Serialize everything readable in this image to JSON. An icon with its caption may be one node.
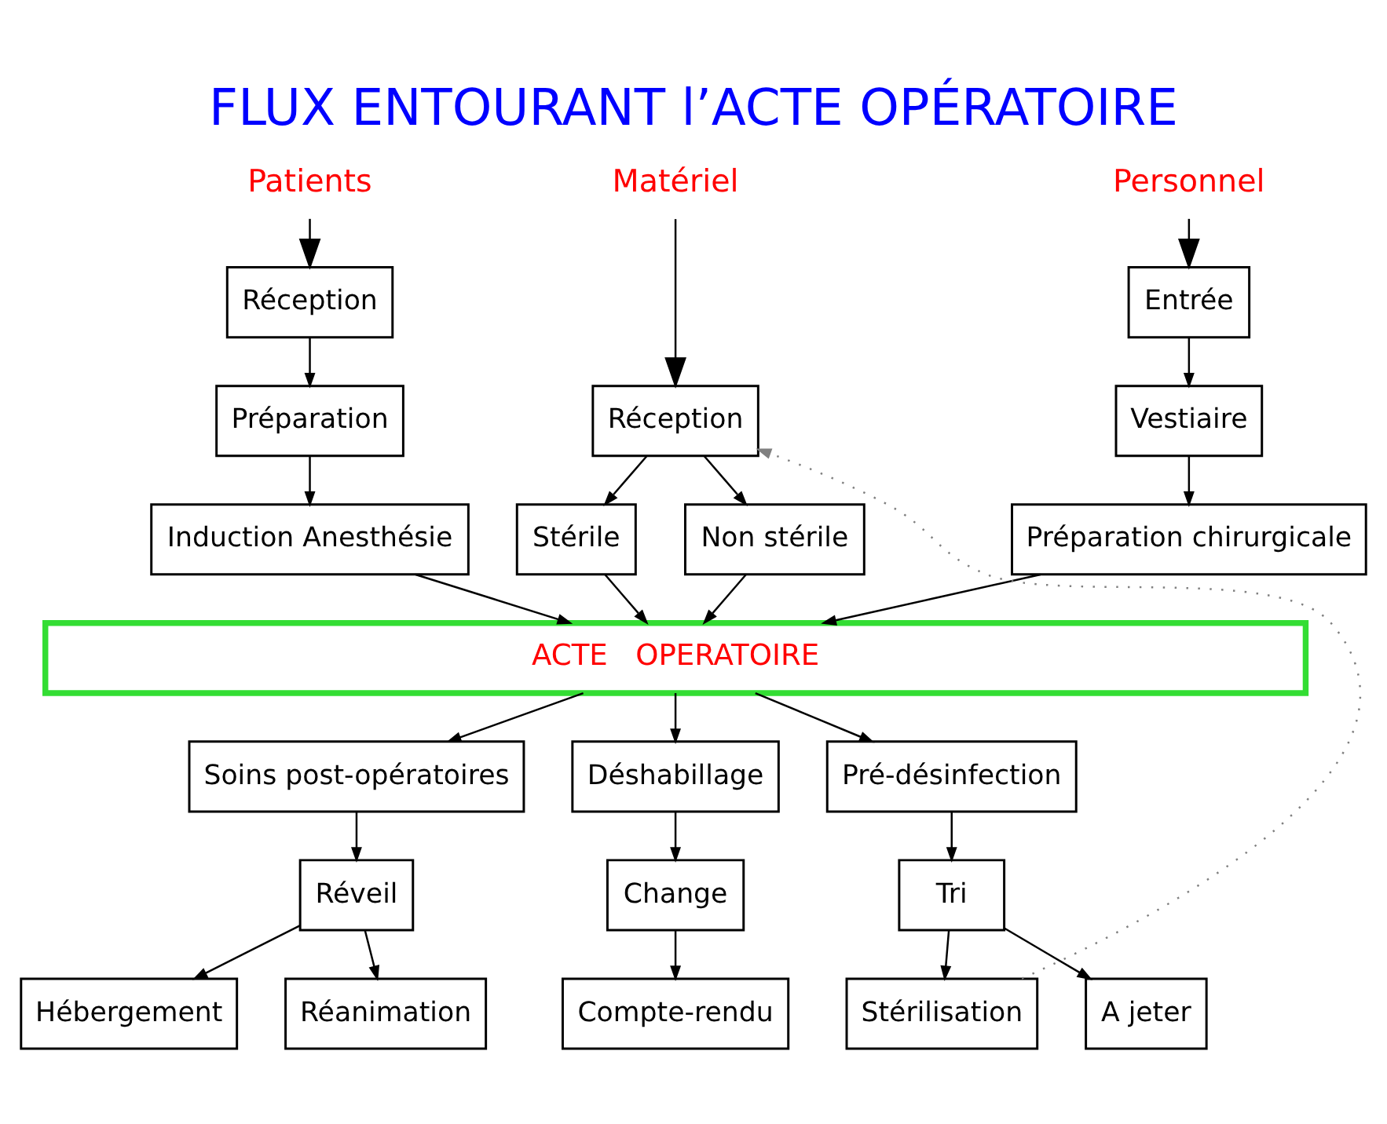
{
  "diagram": {
    "title": "FLUX ENTOURANT l’ACTE OPÉRATOIRE",
    "nodes": [
      {
        "text": [
          "Patients"
        ]
      },
      {
        "text": [
          "Réception"
        ]
      },
      {
        "text": [
          "Préparation"
        ]
      },
      {
        "text": [
          "Induction Anesthésie"
        ]
      },
      {
        "text": [
          "Personnel"
        ]
      },
      {
        "text": [
          "Entrée"
        ]
      },
      {
        "text": [
          "Vestiaire"
        ]
      },
      {
        "text": [
          "Préparation chirurgicale"
        ]
      },
      {
        "text": [
          "Matériel"
        ]
      },
      {
        "text": [
          "Réception"
        ]
      },
      {
        "text": [
          "Stérile"
        ]
      },
      {
        "text": [
          "Non stérile"
        ]
      },
      {
        "text": [
          "ACTE   OPERATOIRE"
        ]
      },
      {
        "text": [
          "Soins post-opératoires"
        ]
      },
      {
        "text": [
          "Réveil"
        ]
      },
      {
        "text": [
          "Hébergement"
        ]
      },
      {
        "text": [
          "Réanimation"
        ]
      },
      {
        "text": [
          "Déshabillage"
        ]
      },
      {
        "text": [
          "Change"
        ]
      },
      {
        "text": [
          "Compte-rendu"
        ]
      },
      {
        "text": [
          "Pré-désinfection"
        ]
      },
      {
        "text": [
          "Tri"
        ]
      },
      {
        "text": [
          "Stérilisation"
        ]
      },
      {
        "text": [
          "A jeter"
        ]
      }
    ],
    "edges": [
      {
        "from": 0,
        "to": 1,
        "arrow": "to"
      },
      {
        "from": 1,
        "to": 2,
        "arrow": "to"
      },
      {
        "from": 2,
        "to": 3,
        "arrow": "to"
      },
      {
        "from": 3,
        "to": 12,
        "arrow": "to"
      },
      {
        "from": 4,
        "to": 5,
        "arrow": "to"
      },
      {
        "from": 5,
        "to": 6,
        "arrow": "to"
      },
      {
        "from": 6,
        "to": 7,
        "arrow": "to"
      },
      {
        "from": 7,
        "to": 12,
        "arrow": "to"
      },
      {
        "from": 8,
        "to": 9,
        "arrow": "to"
      },
      {
        "from": 9,
        "to": 10,
        "arrow": "to"
      },
      {
        "from": 9,
        "to": 11,
        "arrow": "to"
      },
      {
        "from": 10,
        "to": 12,
        "arrow": "to"
      },
      {
        "from": 11,
        "to": 12,
        "arrow": "to"
      },
      {
        "from": 12,
        "to": 13,
        "arrow": "to"
      },
      {
        "from": 13,
        "to": 14,
        "arrow": "to"
      },
      {
        "from": 14,
        "to": 15,
        "arrow": "to"
      },
      {
        "from": 14,
        "to": 16,
        "arrow": "to"
      },
      {
        "from": 12,
        "to": 17,
        "arrow": "to"
      },
      {
        "from": 17,
        "to": 18,
        "arrow": "to"
      },
      {
        "from": 18,
        "to": 19,
        "arrow": "to"
      },
      {
        "from": 12,
        "to": 20,
        "arrow": "to"
      },
      {
        "from": 20,
        "to": 21,
        "arrow": "to"
      },
      {
        "from": 21,
        "to": 22,
        "arrow": "to"
      },
      {
        "from": 21,
        "to": 23,
        "arrow": "to"
      },
      {
        "from": 22,
        "to": 9,
        "arrow": "to",
        "style": "dashed",
        "color": "#808080"
      }
    ]
  }
}
